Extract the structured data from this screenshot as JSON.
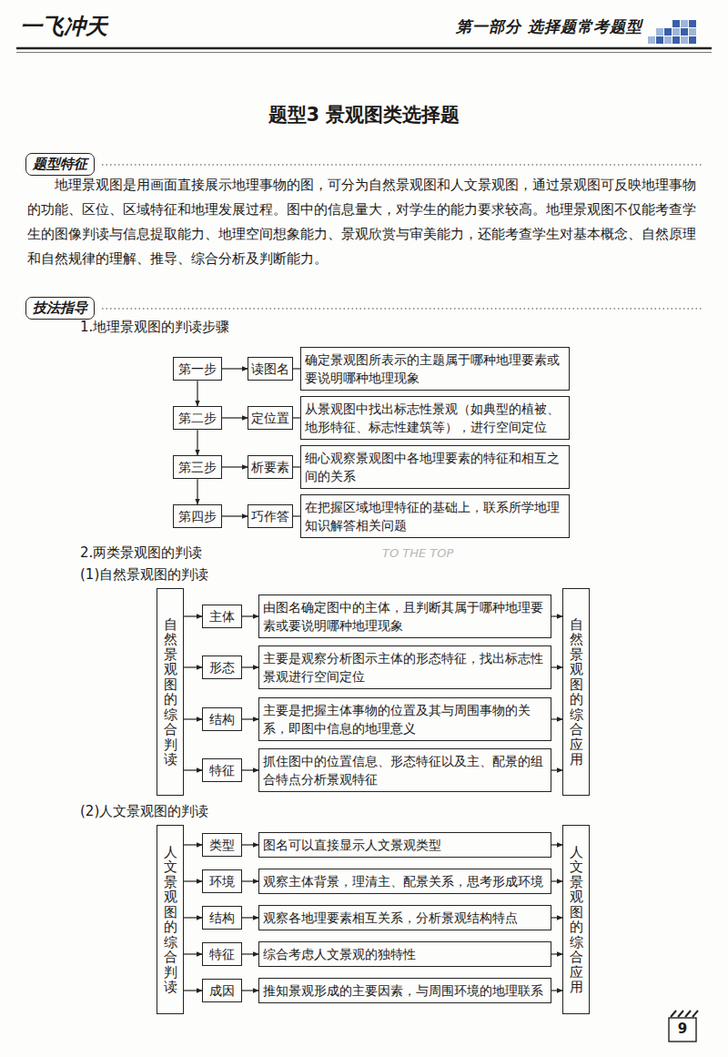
{
  "diagram": {
    "title": "题型3 景观图类选择题",
    "nodes": [
      {
        "text": [
          "题型特征"
        ]
      },
      {
        "text": [
          "技法指导"
        ]
      },
      {
        "text": [
          "第一步"
        ]
      },
      {
        "text": [
          "读图名"
        ]
      },
      {
        "text": [
          "确定景观图所表示的主题属于哪种地理要素或要说明哪种地理现象"
        ]
      },
      {
        "text": [
          "第二步"
        ]
      },
      {
        "text": [
          "定位置"
        ]
      },
      {
        "text": [
          "从景观图中找出标志性景观（如典型的植被、地形特征、标志性建筑等），进行空间定位"
        ]
      },
      {
        "text": [
          "第三步"
        ]
      },
      {
        "text": [
          "析要素"
        ]
      },
      {
        "text": [
          "细心观察景观图中各地理要素的特征和相互之间的关系"
        ]
      },
      {
        "text": [
          "第四步"
        ]
      },
      {
        "text": [
          "巧作答"
        ]
      },
      {
        "text": [
          "在把握区域地理特征的基础上，联系所学地理知识解答相关问题"
        ]
      },
      {
        "text": [
          "自然景观图的综合判读"
        ]
      },
      {
        "text": [
          "主体"
        ]
      },
      {
        "text": [
          "由图名确定图中的主体，且判断其属于哪种地理要素或要说明哪种地理现象"
        ]
      },
      {
        "text": [
          "形态"
        ]
      },
      {
        "text": [
          "主要是观察分析图示主体的形态特征，找出标志性景观进行空间定位"
        ]
      },
      {
        "text": [
          "结构"
        ]
      },
      {
        "text": [
          "主要是把握主体事物的位置及其与周围事物的关系，即图中信息的地理意义"
        ]
      },
      {
        "text": [
          "特征"
        ]
      },
      {
        "text": [
          "抓住图中的位置信息、形态特征以及主、配景的组合特点分析景观特征"
        ]
      },
      {
        "text": [
          "自然景观图的综合应用"
        ]
      },
      {
        "text": [
          "人文景观图的综合判读"
        ]
      },
      {
        "text": [
          "类型"
        ]
      },
      {
        "text": [
          "图名可以直接显示人文景观类型"
        ]
      },
      {
        "text": [
          "环境"
        ]
      },
      {
        "text": [
          "观察主体背景，理清主、配景关系，思考形成环境"
        ]
      },
      {
        "text": [
          "结构"
        ]
      },
      {
        "text": [
          "观察各地理要素相互关系，分析景观结构特点"
        ]
      },
      {
        "text": [
          "特征"
        ]
      },
      {
        "text": [
          "综合考虑人文景观的独特性"
        ]
      },
      {
        "text": [
          "成因"
        ]
      },
      {
        "text": [
          "推知景观形成的主要因素，与周围环境的地理联系"
        ]
      },
      {
        "text": [
          "人文景观图的综合应用"
        ]
      }
    ],
    "edges": [
      {
        "from": 2,
        "to": 3,
        "arrow": "to"
      },
      {
        "from": 3,
        "to": 4,
        "arrow": "none"
      },
      {
        "from": 2,
        "to": 5,
        "arrow": "to"
      },
      {
        "from": 5,
        "to": 6,
        "arrow": "to"
      },
      {
        "from": 6,
        "to": 7,
        "arrow": "none"
      },
      {
        "from": 5,
        "to": 8,
        "arrow": "to"
      },
      {
        "from": 8,
        "to": 9,
        "arrow": "to"
      },
      {
        "from": 9,
        "to": 10,
        "arrow": "none"
      },
      {
        "from": 8,
        "to": 11,
        "arrow": "to"
      },
      {
        "from": 11,
        "to": 12,
        "arrow": "to"
      },
      {
        "from": 12,
        "to": 13,
        "arrow": "none"
      },
      {
        "from": 14,
        "to": 15,
        "arrow": "to"
      },
      {
        "from": 15,
        "to": 16,
        "arrow": "to"
      },
      {
        "from": 16,
        "to": 23,
        "arrow": "to"
      },
      {
        "from": 14,
        "to": 17,
        "arrow": "to"
      },
      {
        "from": 17,
        "to": 18,
        "arrow": "to"
      },
      {
        "from": 18,
        "to": 23,
        "arrow": "to"
      },
      {
        "from": 14,
        "to": 19,
        "arrow": "to"
      },
      {
        "from": 19,
        "to": 20,
        "arrow": "to"
      },
      {
        "from": 20,
        "to": 23,
        "arrow": "to"
      },
      {
        "from": 14,
        "to": 21,
        "arrow": "to"
      },
      {
        "from": 21,
        "to": 22,
        "arrow": "to"
      },
      {
        "from": 22,
        "to": 23,
        "arrow": "to"
      },
      {
        "from": 24,
        "to": 25,
        "arrow": "to"
      },
      {
        "from": 25,
        "to": 26,
        "arrow": "to"
      },
      {
        "from": 26,
        "to": 35,
        "arrow": "to"
      },
      {
        "from": 24,
        "to": 27,
        "arrow": "to"
      },
      {
        "from": 27,
        "to": 28,
        "arrow": "to"
      },
      {
        "from": 28,
        "to": 35,
        "arrow": "to"
      },
      {
        "from": 24,
        "to": 29,
        "arrow": "to"
      },
      {
        "from": 29,
        "to": 30,
        "arrow": "to"
      },
      {
        "from": 30,
        "to": 35,
        "arrow": "to"
      },
      {
        "from": 24,
        "to": 31,
        "arrow": "to"
      },
      {
        "from": 31,
        "to": 32,
        "arrow": "to"
      },
      {
        "from": 32,
        "to": 35,
        "arrow": "to"
      },
      {
        "from": 24,
        "to": 33,
        "arrow": "to"
      },
      {
        "from": 33,
        "to": 34,
        "arrow": "to"
      },
      {
        "from": 34,
        "to": 35,
        "arrow": "to"
      }
    ],
    "labels": [
      "一飞冲天",
      "第一部分 选择题常考题型",
      "地理景观图是用画面直接展示地理事物的图，可分为自然景观图和人文景观图，通过景观图可反映地理事物的功能、区位、区域特征和地理发展过程。图中的信息量大，对学生的能力要求较高。地理景观图不仅能考查学生的图像判读与信息提取能力、地理空间想象能力、景观欣赏与审美能力，还能考查学生对基本概念、自然原理和自然规律的理解、推导、综合分析及判断能力。",
      "1.地理景观图的判读步骤",
      "2.两类景观图的判读",
      "(1)自然景观图的判读",
      "(2)人文景观图的判读",
      "TO THE TOP",
      "9"
    ]
  }
}
